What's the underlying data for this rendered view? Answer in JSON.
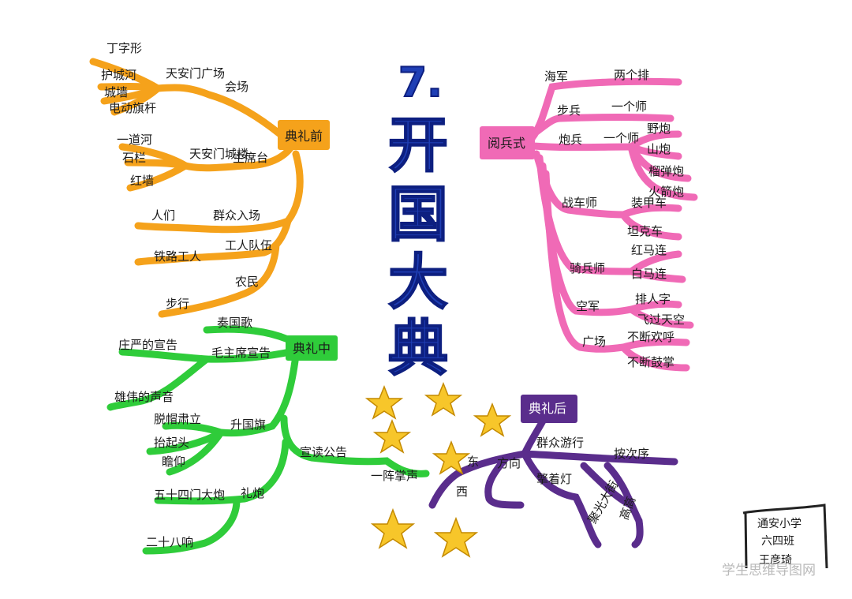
{
  "title": [
    "7.",
    "开",
    "国",
    "大",
    "典"
  ],
  "watermark": "学生思维导图网",
  "signature": [
    "通安小学",
    "六四班",
    "王彦琦"
  ],
  "colors": {
    "orange": "#f5a21b",
    "pink": "#f06ab6",
    "green": "#2fcc3a",
    "purple": "#5a2d8c",
    "star": "#f7c62a",
    "title": "#1f3fb5"
  },
  "branches": {
    "before": {
      "center": "典礼前",
      "labels": {
        "venue": "会场",
        "square": "天安门广场",
        "tshape": "丁字形",
        "river": "护城河",
        "wall": "城墙",
        "flagpole": "电动旗杆",
        "rostrum": "主席台",
        "tower": "天安门城楼",
        "moat": "一道河",
        "railing": "石栏",
        "redwall": "红墙",
        "masses": "群众入场",
        "people": "人们",
        "workers": "工人队伍",
        "rail": "铁路工人",
        "farmers": "农民",
        "walk": "步行"
      }
    },
    "during": {
      "center": "典礼中",
      "labels": {
        "anthem": "奏国歌",
        "declare": "毛主席宣告",
        "solemn": "庄严的宣告",
        "grand": "雄伟的声音",
        "flag": "升国旗",
        "hats": "脱帽肃立",
        "lift": "抬起头",
        "gaze": "瞻仰",
        "read": "宣读公告",
        "applause": "一阵掌声",
        "salute": "礼炮",
        "guns": "五十四门大炮",
        "shots": "二十八响"
      }
    },
    "review": {
      "center": "阅兵式",
      "labels": {
        "navy": "海军",
        "navy_d": "两个排",
        "infantry": "步兵",
        "infantry_d": "一个师",
        "artillery": "炮兵",
        "artillery_d": "一个师",
        "field": "野炮",
        "mountain": "山炮",
        "howitzer": "榴弹炮",
        "rocket": "火箭炮",
        "tank": "战车师",
        "armored": "装甲车",
        "tanks": "坦克车",
        "cavalry": "骑兵师",
        "red": "红马连",
        "white": "白马连",
        "air": "空军",
        "formation": "排人字",
        "fly": "飞过天空",
        "square": "广场",
        "cheer": "不断欢呼",
        "clap": "不断鼓掌"
      }
    },
    "after": {
      "center": "典礼后",
      "labels": {
        "parade": "群众游行",
        "order": "按次序",
        "direction": "方向",
        "east": "东",
        "west": "西",
        "lanterns": "擎着灯",
        "streets": "聚光大街",
        "high": "高高"
      }
    }
  }
}
